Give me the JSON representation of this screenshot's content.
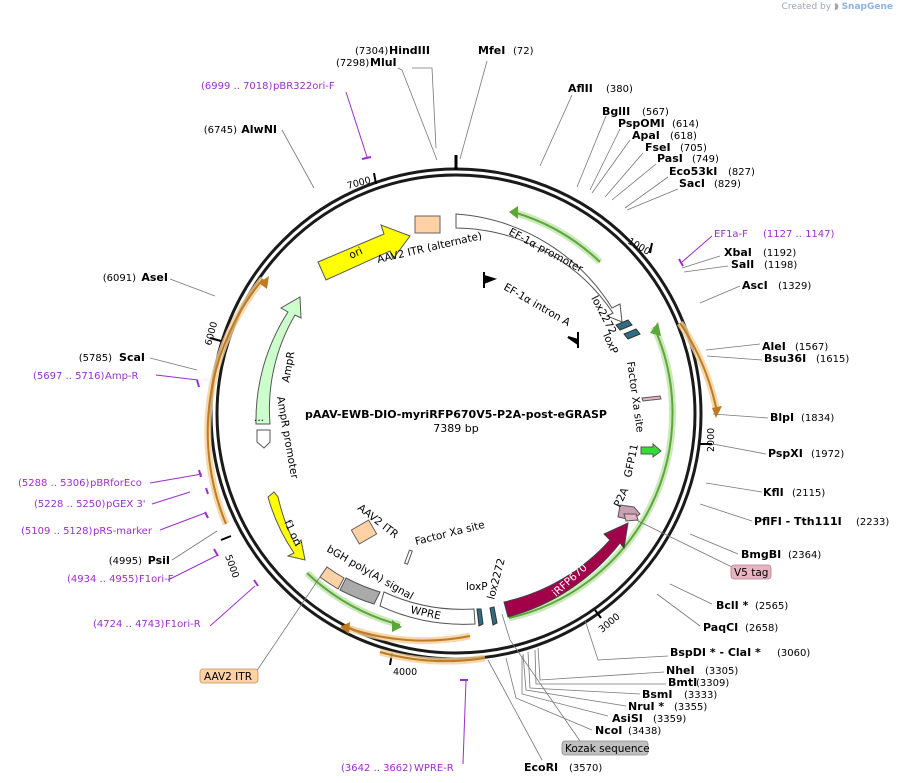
{
  "credit": {
    "prefix": "Created by",
    "brand": "SnapGene"
  },
  "plasmid": {
    "name": "pAAV-EWB-DIO-myriRFP670V5-P2A-post-eGRASP",
    "size": "7389 bp"
  },
  "ticks": [
    "1000",
    "2000",
    "3000",
    "4000",
    "5000",
    "6000",
    "7000"
  ],
  "sites": [
    {
      "name": "HindIII",
      "pos": "(7304)"
    },
    {
      "name": "MluI",
      "pos": "(7298)"
    },
    {
      "name": "MfeI",
      "pos": "(72)"
    },
    {
      "name": "AflII",
      "pos": "(380)"
    },
    {
      "name": "BglII",
      "pos": "(567)"
    },
    {
      "name": "PspOMI",
      "pos": "(614)"
    },
    {
      "name": "ApaI",
      "pos": "(618)"
    },
    {
      "name": "FseI",
      "pos": "(705)"
    },
    {
      "name": "PasI",
      "pos": "(749)"
    },
    {
      "name": "Eco53kI",
      "pos": "(827)"
    },
    {
      "name": "SacI",
      "pos": "(829)"
    },
    {
      "name": "XbaI",
      "pos": "(1192)"
    },
    {
      "name": "SalI",
      "pos": "(1198)"
    },
    {
      "name": "AscI",
      "pos": "(1329)"
    },
    {
      "name": "AleI",
      "pos": "(1567)"
    },
    {
      "name": "Bsu36I",
      "pos": "(1615)"
    },
    {
      "name": "BlpI",
      "pos": "(1834)"
    },
    {
      "name": "PspXI",
      "pos": "(1972)"
    },
    {
      "name": "KflI",
      "pos": "(2115)"
    },
    {
      "name": "PflFI - Tth111I",
      "pos": "(2233)"
    },
    {
      "name": "BmgBI",
      "pos": "(2364)"
    },
    {
      "name": "BclI *",
      "pos": "(2565)"
    },
    {
      "name": "PaqCI",
      "pos": "(2658)"
    },
    {
      "name": "BspDI * - ClaI *",
      "pos": "(3060)"
    },
    {
      "name": "NheI",
      "pos": "(3305)"
    },
    {
      "name": "BmtI",
      "pos": "(3309)"
    },
    {
      "name": "BsmI",
      "pos": "(3333)"
    },
    {
      "name": "NruI *",
      "pos": "(3355)"
    },
    {
      "name": "AsiSI",
      "pos": "(3359)"
    },
    {
      "name": "NcoI",
      "pos": "(3438)"
    },
    {
      "name": "EcoRI",
      "pos": "(3570)"
    },
    {
      "name": "PsiI",
      "pos": "(4995)"
    },
    {
      "name": "ScaI",
      "pos": "(5785)"
    },
    {
      "name": "AseI",
      "pos": "(6091)"
    },
    {
      "name": "AlwNI",
      "pos": "(6745)"
    }
  ],
  "primers": [
    {
      "range": "(6999 .. 7018)",
      "name": "pBR322ori-F"
    },
    {
      "range": "(1127 .. 1147)",
      "name": "EF1a-F"
    },
    {
      "range": "(5697 .. 5716)",
      "name": "Amp-R"
    },
    {
      "range": "(5288 .. 5306)",
      "name": "pBRforEco"
    },
    {
      "range": "(5228 .. 5250)",
      "name": "pGEX 3'"
    },
    {
      "range": "(5109 .. 5128)",
      "name": "pRS-marker"
    },
    {
      "range": "(4934 .. 4955)",
      "name": "F1ori-F"
    },
    {
      "range": "(4724 .. 4743)",
      "name": "F1ori-R"
    },
    {
      "range": "(3642 .. 3662)",
      "name": "WPRE-R"
    }
  ],
  "features": {
    "ori": "ori",
    "aav2_itr_alt": "AAV2 ITR (alternate)",
    "ef1a_promoter": "EF-1α promoter",
    "ef1a_intron": "EF-1α intron A",
    "lox2272_top": "lox2272",
    "loxp_top": "loxP",
    "factor_xa_right": "Factor Xa site",
    "gfp11": "GFP11",
    "p2a": "P2A",
    "irfp670": "iRFP670",
    "lox2272_bottom": "lox2272",
    "loxp_bottom": "loxP",
    "wpre": "WPRE",
    "bgh": "bGH poly(A) signal",
    "factor_xa_left": "Factor Xa site",
    "aav2_itr": "AAV2 ITR",
    "f1_ori": "f1 ori",
    "ampr_promoter": "AmpR promoter",
    "ampr": "AmpR"
  },
  "boxed_labels": {
    "v5": "V5 tag",
    "kozak": "Kozak sequence",
    "aav2_itr": "AAV2 ITR"
  },
  "colors": {
    "primer": "#9b2fc9",
    "ori": "#ffff00",
    "itr": "#ffd1a4",
    "ampr": "#ccffcc",
    "irfp670": "#a3004a",
    "gfp11": "#33dd33",
    "teal": "#2f6e82",
    "orf_orange": "#e6a14a",
    "orf_green": "#5aa83a",
    "v5_box": "#e8b4c4",
    "kozak_box": "#c0c0c0"
  }
}
